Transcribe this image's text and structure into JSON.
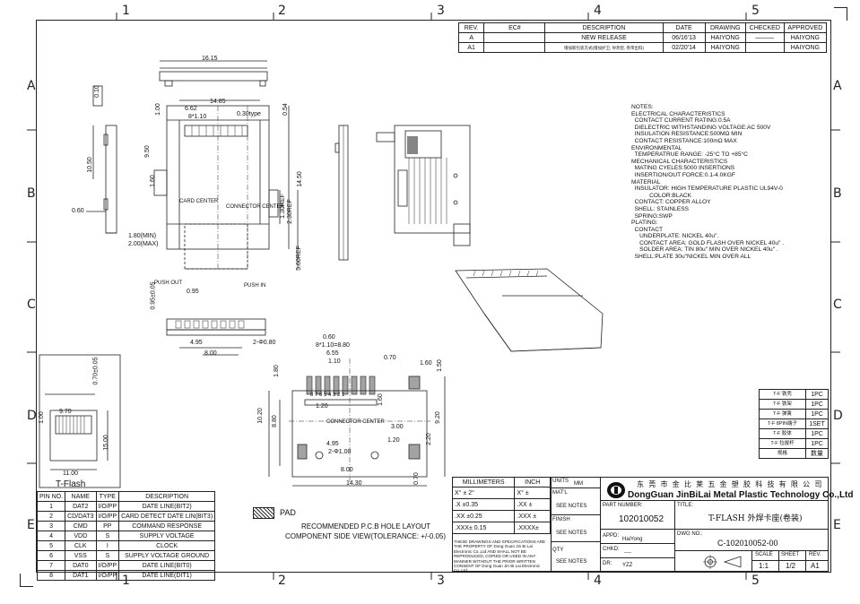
{
  "zones": {
    "top": [
      "1",
      "2",
      "3",
      "4",
      "5"
    ],
    "side": [
      "A",
      "B",
      "C",
      "D",
      "E"
    ]
  },
  "revision_table": {
    "headers": [
      "REV.",
      "EC#",
      "DESCRIPTION",
      "DATE",
      "DRAWING",
      "CHECKED",
      "APPROVED"
    ],
    "rows": [
      {
        "rev": "A",
        "ec": "",
        "description": "NEW RELEASE",
        "date": "06/16'13",
        "drawing": "HAIYONG",
        "checked": "———",
        "approved": "HAIYONG"
      },
      {
        "rev": "A1",
        "ec": "",
        "description": "增加新包装方式(增加护卫, 导热垫, 卷带出料)",
        "date": "02/20'14",
        "drawing": "HAIYONG",
        "checked": "",
        "approved": "HAIYONG"
      }
    ]
  },
  "notes": [
    "NOTES:",
    "ELECTRICAL CHARACTERISTICS",
    "  CONTACT CURRENT RATING:0.5A",
    "  DIELECTRIC WITHSTANDING VOLTAGE:AC 500V",
    "  INSULATION RESISTANCE:500MΩ MIN",
    "  CONTACT RESISTANCE:100mΩ MAX",
    "ENVIRONMENTAL",
    "  TEMPERATRUE RANGE: -25°C TO +85°C",
    "MECHANICAL CHARACTERISTICS",
    "  MATING CYELES:5000 INSERTIONS",
    "  INSERTION/OUT FORCE:0.1-4.0KGF",
    "MATERIAL",
    "  INSULATOR: HIGH TEMPERATURE PLASTIC UL94V-0",
    "           COLOR:BLACK",
    "  CONTACT: COPPER ALLOY",
    "  SHELL: STAINLESS",
    "  SPRING:SWP",
    "PLATING:",
    "  CONTACT",
    "     UNDERPLATE: NICKEL 40u\".",
    "     CONTACT AREA: GOLD FLASH OVER NICKEL 40u\" .",
    "     SOLDER AREA: TIN 80u\" MIN OVER NICKEL 40u\" .",
    "  SHELL:PLATE 30u\"NICKEL MIN OVER ALL"
  ],
  "dimensions": {
    "top_view": [
      "16.15",
      "14.85",
      "6.62",
      "8*1.10",
      "0.30type",
      "1.00",
      "0.54",
      "10.50",
      "9.50",
      "14.50",
      "1.60",
      "0.60",
      "1.80(MIN)",
      "2.00(MAX)",
      "1.30REF",
      "2.30REF",
      "5.60REF",
      "0.95",
      "0.95±0.05",
      "0.10"
    ],
    "labels": [
      "CARD CENTER",
      "CONNECTOR CENTER",
      "PUSH OUT",
      "PUSH IN"
    ],
    "front_view": [
      "4.95",
      "8.00",
      "2-Φ0.80"
    ],
    "pcb": [
      "0.60",
      "8*1.10=8.80",
      "6.55",
      "1.10",
      "0.70",
      "1.60",
      "1.50",
      "1.80",
      "1.20",
      "1.60",
      "10.20",
      "8.80",
      "9.20",
      "3.00",
      "1.20",
      "2.20",
      "4.95",
      "2-Φ1.00",
      "8.00",
      "14.30",
      "0.70"
    ],
    "pcb_pins": "8 7 6 5 4 3 2 1",
    "pcb_label": "CONNECTOR CENTER"
  },
  "tflash": {
    "dims": [
      "0.70±0.05",
      "9.70",
      "1.00",
      "15.00",
      "11.00"
    ],
    "label": "T-Flash"
  },
  "pin_table": {
    "headers": [
      "PIN NO.",
      "NAME",
      "TYPE",
      "DESCRIPTION"
    ],
    "rows": [
      [
        "1",
        "DAT2",
        "I/O/PP",
        "DATE LINE(BIT2)"
      ],
      [
        "2",
        "CD/DAT3",
        "I/O/PP",
        "CARD DETECT DATE LIN(BIT3)"
      ],
      [
        "3",
        "CMD",
        "PP",
        "COMMAND RESPONSE"
      ],
      [
        "4",
        "VDD",
        "S",
        "SUPPLY VOLTAGE"
      ],
      [
        "5",
        "CLK",
        "I",
        "CLOCK"
      ],
      [
        "6",
        "VSS",
        "S",
        "SUPPLY VOLTAGE GROUND"
      ],
      [
        "7",
        "DAT0",
        "I/O/PP",
        "DATE LINE(BIT0)"
      ],
      [
        "8",
        "DAT1",
        "I/O/PP",
        "DATE LINE(DIT1)"
      ]
    ]
  },
  "pad_legend": {
    "label": "PAD",
    "caption_1": "RECOMMENDED P.C.B HOLE LAYOUT",
    "caption_2": "COMPONENT SIDE VIEW(TOLERANCE: +/-0.05)"
  },
  "bom": [
    {
      "name": "T-F 铁壳",
      "qty": "1PC"
    },
    {
      "name": "T-F 铁架",
      "qty": "1PC"
    },
    {
      "name": "T-F 弹簧",
      "qty": "1PC"
    },
    {
      "name": "T-F 8PIN端子",
      "qty": "1SET"
    },
    {
      "name": "T-F 胶体",
      "qty": "1PC"
    },
    {
      "name": "T-F 拉拔杆",
      "qty": "1PC"
    },
    {
      "name": "规格",
      "qty": "数量"
    }
  ],
  "title_block": {
    "tolerance_headers": [
      "MILLIMETERS",
      "INCH"
    ],
    "tolerances": [
      [
        "X° ± 2°",
        "X° ±"
      ],
      [
        ".X ±0.35",
        ".XX ±"
      ],
      [
        ".XX ±0.25",
        ".XXX ±"
      ],
      [
        ".XXX± 0.15",
        ".XXXX±"
      ]
    ],
    "units_label": "UNITS",
    "units_value": "MM",
    "matl_label": "MAT'L",
    "matl_value": "SEE NOTES",
    "finish_label": "FINISH",
    "finish_value": "SEE NOTES",
    "qty_label": "QTY",
    "qty_value": "SEE NOTES",
    "disclaimer": "THESE DRAWINGS AND SPECIFICATIONS ARE THE PROPERTY OF Dong Guan Jin Bi Lai Electronic Co.,Ltd AND SHALL NOT BE REPRODUCED, COPIED OR USED IN ANY MANNER WITHOUT THE PRIOR WRITTEN CONSENT OF Dong Guan Jin Bi Lai Electronic Co.,Ltd",
    "company_cn": "东 莞 市 金 比 莱 五 金 塑 胶 科 技 有 限 公 司",
    "company_en": "DongGuan JinBiLai Metal Plastic Technology Co.,Ltd",
    "part_number_label": "PART NUMBER:",
    "part_number": "102010052",
    "title_label": "TITLE:",
    "title": "T-FLASH 外焊卡座(卷装)",
    "appd_label": "APPD:",
    "appd": "HaiYong",
    "chkd_label": "CHKD:",
    "chkd": "----",
    "dr_label": "DR:",
    "dr": "YZZ",
    "dwg_label": "DWG NO.:",
    "dwg": "C-102010052-00",
    "scale_label": "SCALE",
    "scale": "1:1",
    "sheet_label": "SHEET",
    "sheet": "1/2",
    "rev_label": "REV.",
    "rev": "A1"
  }
}
